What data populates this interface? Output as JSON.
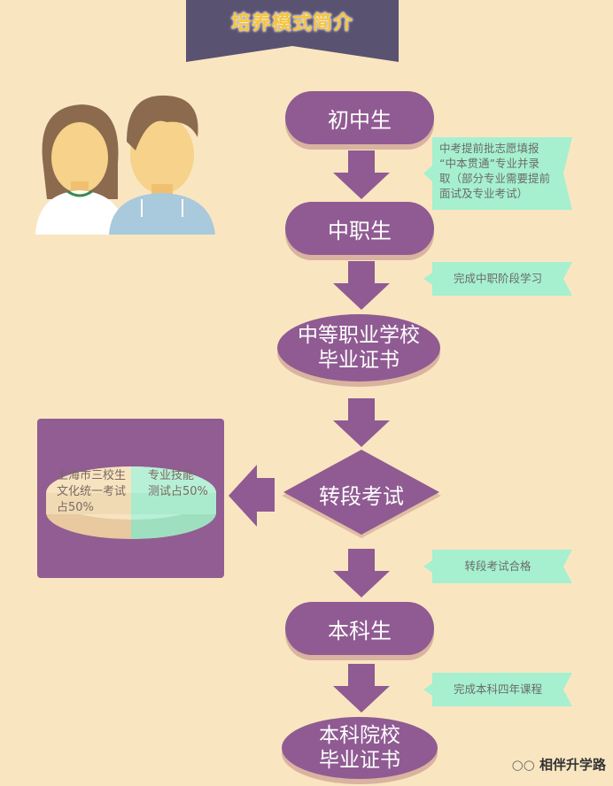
{
  "header": {
    "title": "培养模式简介"
  },
  "flow": {
    "steps": [
      "初中生",
      "中职生",
      "本科生"
    ],
    "certificate1": [
      "中等职业学校",
      "毕业证书"
    ],
    "exam": "转段考试",
    "certificate2": [
      "本科院校",
      "毕业证书"
    ]
  },
  "notes": {
    "n1": [
      "中考提前批志愿填报",
      "“中本贯通”专业并录",
      "取（部分专业需要提前",
      "面试及专业考试）"
    ],
    "n2": "完成中职阶段学习",
    "n3": "转段考试合格",
    "n4": "完成本科四年课程"
  },
  "exam_breakdown": {
    "left": [
      "上海市三校生",
      "文化统一考试",
      "占50%"
    ],
    "right": [
      "专业技能",
      "测试占50%"
    ]
  },
  "watermark": "相伴升学路",
  "colors": {
    "background": "#f9e6c1",
    "node": "#8f5b92",
    "banner": "#595271",
    "note": "#a6f0cf"
  }
}
